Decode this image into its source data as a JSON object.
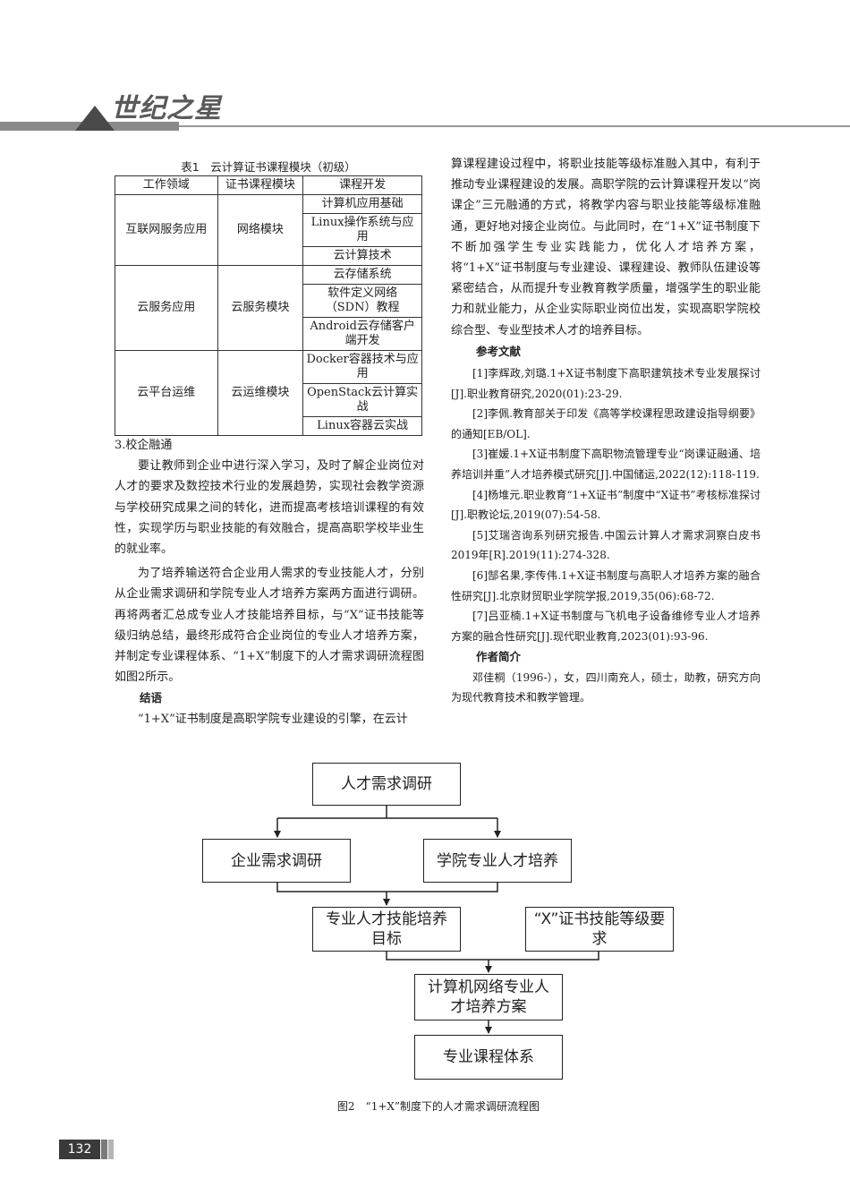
{
  "header": {
    "title": "世纪之星"
  },
  "table1": {
    "caption": "表1　云计算证书课程模块（初级）",
    "headers": [
      "工作领域",
      "证书课程模块",
      "课程开发"
    ],
    "groups": [
      {
        "area": "互联网服务应用",
        "module": "网络模块",
        "courses": [
          "计算机应用基础",
          "Linux操作系统与应用",
          "云计算技术"
        ]
      },
      {
        "area": "云服务应用",
        "module": "云服务模块",
        "courses": [
          "云存储系统",
          "软件定义网络（SDN）教程",
          "Android云存储客户端开发"
        ]
      },
      {
        "area": "云平台运维",
        "module": "云运维模块",
        "courses": [
          "Docker容器技术与应用",
          "OpenStack云计算实战",
          "Linux容器云实战"
        ]
      }
    ]
  },
  "left": {
    "sec3": "3.校企融通",
    "p1": "要让教师到企业中进行深入学习，及时了解企业岗位对人才的要求及数控技术行业的发展趋势，实现社会教学资源与学校研究成果之间的转化，进而提高考核培训课程的有效性，实现学历与职业技能的有效融合，提高高职学校毕业生的就业率。",
    "p2": "为了培养输送符合企业用人需求的专业技能人才，分别从企业需求调研和学院专业人才培养方案两方面进行调研。再将两者汇总成专业人才技能培养目标，与“X”证书技能等级归纳总结，最终形成符合企业岗位的专业人才培养方案，并制定专业课程体系、“1+X”制度下的人才需求调研流程图如图2所示。",
    "conclusion_title": "结语",
    "p3": "“1+X”证书制度是高职学院专业建设的引擎，在云计"
  },
  "right": {
    "p1": "算课程建设过程中，将职业技能等级标准融入其中，有利于推动专业课程建设的发展。高职学院的云计算课程开发以“岗课企”三元融通的方式，将教学内容与职业技能等级标准融通，更好地对接企业岗位。与此同时，在“1+X”证书制度下不断加强学生专业实践能力，优化人才培养方案，将“1+X”证书制度与专业建设、课程建设、教师队伍建设等紧密结合，从而提升专业教育教学质量，增强学生的职业能力和就业能力，从企业实际职业岗位出发，实现高职学院校综合型、专业型技术人才的培养目标。",
    "refs_title": "参考文献",
    "refs": [
      "[1]李辉政,刘璐.1+X证书制度下高职建筑技术专业发展探讨[J].职业教育研究,2020(01):23-29.",
      "[2]李佩.教育部关于印发《高等学校课程思政建设指导纲要》的通知[EB/OL].",
      "[3]崔媛.1+X证书制度下高职物流管理专业“岗课证融通、培养培训并重”人才培养模式研究[J].中国储运,2022(12):118-119.",
      "[4]杨堆元.职业教育“1+X证书”制度中“X证书”考核标准探讨[J].职教论坛,2019(07):54-58.",
      "[5]艾瑞咨询系列研究报告.中国云计算人才需求洞察白皮书2019年[R].2019(11):274-328.",
      "[6]郜名果,李传伟.1+X证书制度与高职人才培养方案的融合性研究[J].北京财贸职业学院学报,2019,35(06):68-72.",
      "[7]吕亚楠.1+X证书制度与飞机电子设备维修专业人才培养方案的融合性研究[J].现代职业教育,2023(01):93-96."
    ],
    "author_title": "作者简介",
    "author": "邓佳桐（1996-），女，四川南充人，硕士，助教，研究方向为现代教育技术和教学管理。"
  },
  "figure2": {
    "nodes": {
      "demand": "人才需求调研",
      "enterprise": "企业需求调研",
      "college": "学院专业人才培养",
      "goal": "专业人才技能培养目标",
      "xcert": "“X”证书技能等级要求",
      "plan": "计算机网络专业人才培养方案",
      "system": "专业课程体系"
    },
    "caption": "图2　“1+X”制度下的人才需求调研流程图"
  },
  "footer": {
    "page_number": "132"
  }
}
